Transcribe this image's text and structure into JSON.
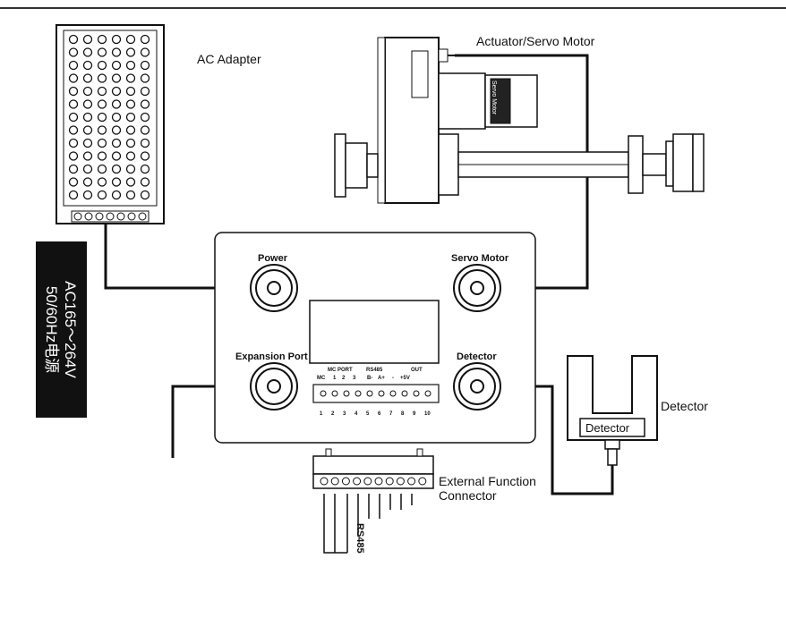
{
  "labels": {
    "ac_adapter": "AC Adapter",
    "actuator": "Actuator/Servo Motor",
    "detector_right": "Detector",
    "detector_inner": "Detector",
    "power": "Power",
    "servo_motor": "Servo Motor",
    "expansion_port": "Expansion Port",
    "detector_port": "Detector",
    "ext_function": "External Function",
    "connector": "Connector",
    "rs485_side": "RS485",
    "motor_sticker": "Servo Motor"
  },
  "adapter_band": {
    "line1": "AC165～264V",
    "line2": "50/60Hz电源"
  },
  "panel": {
    "mc_port": "MC PORT",
    "rs485": "RS485",
    "out": "OUT",
    "pin_labels": [
      "MC",
      "1",
      "2",
      "3",
      "B-",
      "A+",
      "-",
      "+5V"
    ],
    "terminal_numbers": [
      "1",
      "2",
      "3",
      "4",
      "5",
      "6",
      "7",
      "8",
      "9",
      "10"
    ]
  },
  "colors": {
    "line": "#111111",
    "background": "#ffffff"
  }
}
